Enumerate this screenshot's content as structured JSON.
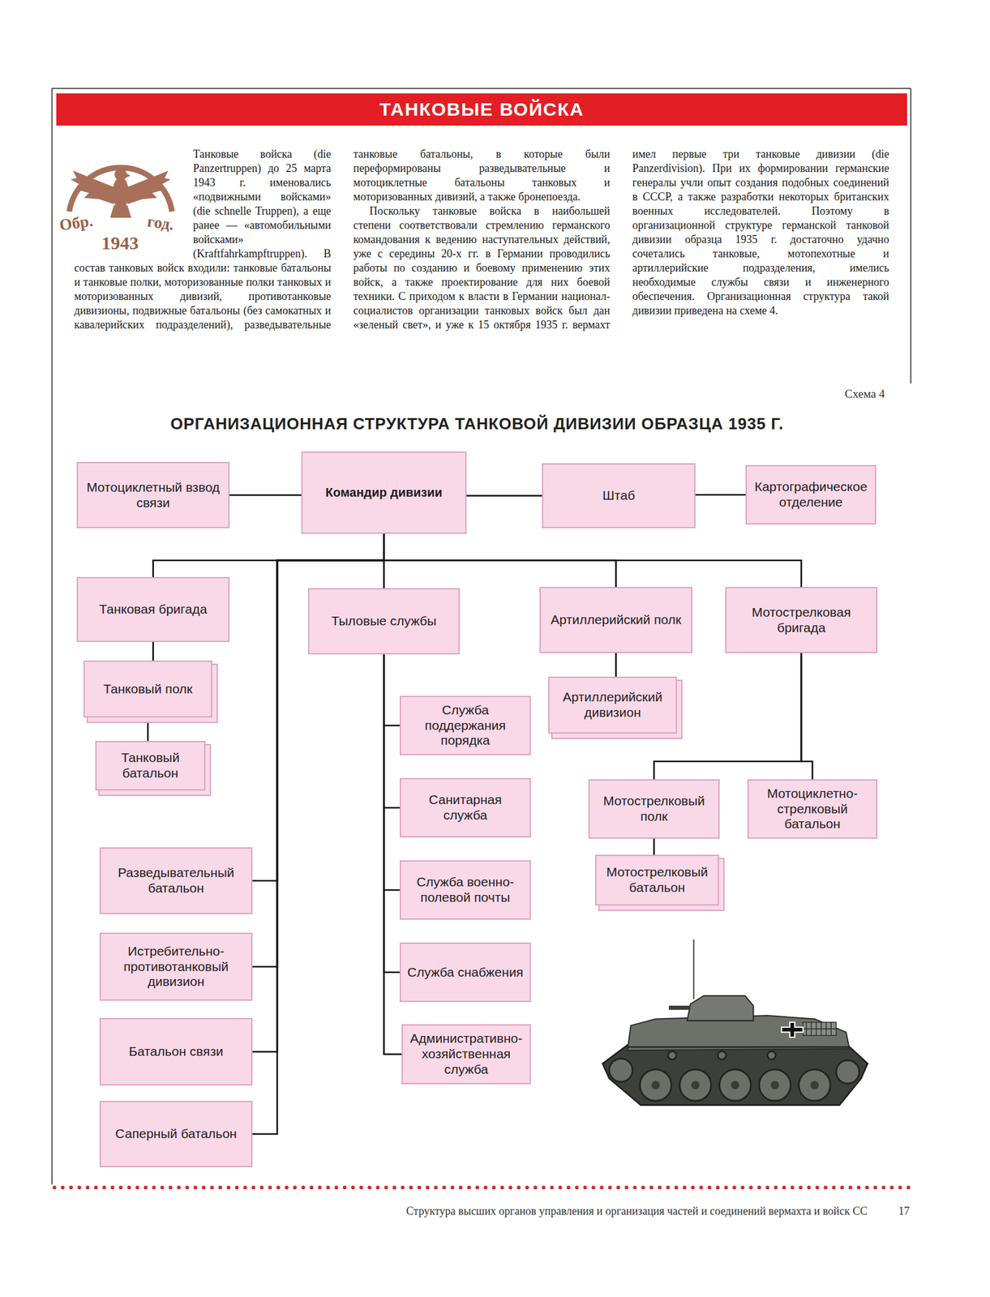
{
  "diagram": {
    "title": "ОРГАНИЗАЦИОННАЯ СТРУКТУРА ТАНКОВОЙ ДИВИЗИИ ОБРАЗЦА 1935 Г.",
    "nodes": [
      {
        "text": [
          "Мотоциклетный взвод связи"
        ]
      },
      {
        "text": [
          "Командир дивизии"
        ]
      },
      {
        "text": [
          "Штаб"
        ]
      },
      {
        "text": [
          "Картографическое отделение"
        ]
      },
      {
        "text": [
          "Танковая бригада"
        ]
      },
      {
        "text": [
          "Тыловые службы"
        ]
      },
      {
        "text": [
          "Артиллерийский полк"
        ]
      },
      {
        "text": [
          "Мотострелковая бригада"
        ]
      },
      {
        "text": [
          "Танковый полк"
        ]
      },
      {
        "text": [
          "Танковый батальон"
        ]
      },
      {
        "text": [
          "Служба поддержания порядка"
        ]
      },
      {
        "text": [
          "Санитарная служба"
        ]
      },
      {
        "text": [
          "Артиллерийский дивизион"
        ]
      },
      {
        "text": [
          "Мотострелковый полк"
        ]
      },
      {
        "text": [
          "Мотоциклетно-стрелковый батальон"
        ]
      },
      {
        "text": [
          "Мотострелковый батальон"
        ]
      },
      {
        "text": [
          "Служба военно-полевой почты"
        ]
      },
      {
        "text": [
          "Разведывательный батальон"
        ]
      },
      {
        "text": [
          "Служба снабжения"
        ]
      },
      {
        "text": [
          "Истребительно-противотанковый дивизион"
        ]
      },
      {
        "text": [
          "Административно-хозяйственная служба"
        ]
      },
      {
        "text": [
          "Батальон связи"
        ]
      },
      {
        "text": [
          "Саперный батальон"
        ]
      }
    ],
    "edges": [
      {
        "from": 1,
        "to": 0,
        "arrow": "none"
      },
      {
        "from": 1,
        "to": 2,
        "arrow": "none"
      },
      {
        "from": 2,
        "to": 3,
        "arrow": "none"
      },
      {
        "from": 1,
        "to": 4,
        "arrow": "none"
      },
      {
        "from": 1,
        "to": 5,
        "arrow": "none"
      },
      {
        "from": 1,
        "to": 6,
        "arrow": "none"
      },
      {
        "from": 1,
        "to": 7,
        "arrow": "none"
      },
      {
        "from": 1,
        "to": 17,
        "arrow": "none"
      },
      {
        "from": 1,
        "to": 19,
        "arrow": "none"
      },
      {
        "from": 1,
        "to": 21,
        "arrow": "none"
      },
      {
        "from": 1,
        "to": 22,
        "arrow": "none"
      },
      {
        "from": 4,
        "to": 8,
        "arrow": "none"
      },
      {
        "from": 8,
        "to": 9,
        "arrow": "none"
      },
      {
        "from": 5,
        "to": 10,
        "arrow": "none"
      },
      {
        "from": 5,
        "to": 11,
        "arrow": "none"
      },
      {
        "from": 5,
        "to": 16,
        "arrow": "none"
      },
      {
        "from": 5,
        "to": 18,
        "arrow": "none"
      },
      {
        "from": 5,
        "to": 20,
        "arrow": "none"
      },
      {
        "from": 6,
        "to": 12,
        "arrow": "none"
      },
      {
        "from": 7,
        "to": 13,
        "arrow": "none"
      },
      {
        "from": 7,
        "to": 14,
        "arrow": "none"
      },
      {
        "from": 13,
        "to": 15,
        "arrow": "none"
      }
    ],
    "labels": [
      "ТАНКОВЫЕ ВОЙСКА",
      "Обр.",
      "год.",
      "1943",
      "Танковые войска (die Panzertruppen) до 25 марта 1943 г. именовались «подвижными войсками» (die schnelle Truppen), а еще ранее — «автомобильными войсками» (Kraftfahrkampftruppen). В состав танковых войск входили: танковые батальоны и танковые полки, моторизованные полки танковых и моторизованных дивизий, противотанковые дивизионы, подвижные батальоны (без самокатных и кавалерийских подразделений), разведывательные танковые батальоны, в которые были переформированы разведывательные и мотоциклетные батальоны танковых и моторизованных дивизий, а также бронепоезда.",
      "Поскольку танковые войска в наибольшей степени соответствовали стремлению германского командования к ведению наступательных действий, уже с середины 20-х гг. в Германии проводились работы по созданию и боевому применению этих войск, а также проектирование для них боевой техники. С приходом к власти в Германии национал-социалистов организации танковых войск был дан «зеленый свет», и уже к 15 октября 1935 г. вермахт имел первые три танковые дивизии (die Panzerdivision). При их формировании германские генералы учли опыт создания подобных соединений в СССР, а также разработки некоторых британских военных исследователей. Поэтому в организационной структуре германской танковой дивизии образца 1935 г. достаточно удачно сочетались танковые, мотопехотные и артиллерийские подразделения, имелись необходимые службы связи и инженерного обеспечения. Организационная структура такой дивизии приведена на схеме 4.",
      "Схема 4",
      "Структура высших органов управления и организация частей и соединений вермахта и войск СС",
      "17"
    ]
  }
}
